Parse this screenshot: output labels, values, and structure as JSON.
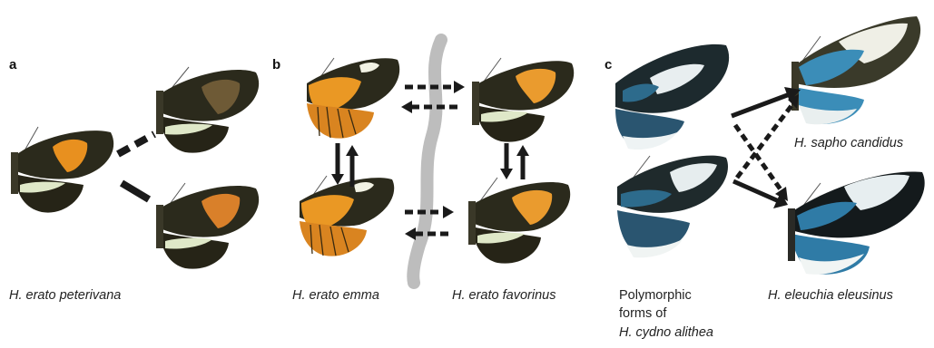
{
  "panels": {
    "a": {
      "letter": "a",
      "caption": "H. erato peterivana"
    },
    "b": {
      "letter": "b",
      "caption_left": "H. erato emma",
      "caption_right": "H. erato favorinus"
    },
    "c": {
      "letter": "c",
      "caption_left_line1": "Polymorphic",
      "caption_left_line2": "forms of",
      "caption_left_line3": "H. cydno alithea",
      "label_upper_right": "H. sapho candidus",
      "caption_right": "H. eleuchia eleusinus"
    }
  },
  "colors": {
    "wing_dark": "#2b2a1c",
    "erato_orange": "#e8901f",
    "brown_band": "#6e5a36",
    "cream_band": "#dfe8c8",
    "cydno_blue": "#2d6b8c",
    "sapho_blue": "#3b8db8",
    "barrier_gray": "#bdbdbd",
    "arrow": "#1a1a1a"
  }
}
